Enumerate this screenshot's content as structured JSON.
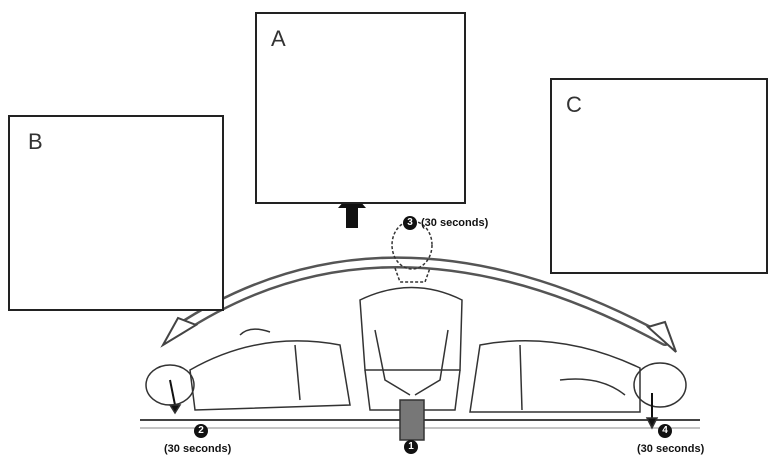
{
  "panels": {
    "a": {
      "letter": "A"
    },
    "b": {
      "letter": "B"
    },
    "c": {
      "letter": "C"
    }
  },
  "steps": {
    "one": {
      "number": "1"
    },
    "two": {
      "number": "2",
      "duration": "(30 seconds)"
    },
    "three": {
      "number": "3",
      "duration": "(30 seconds)"
    },
    "four": {
      "number": "4",
      "duration": "(30 seconds)"
    }
  }
}
